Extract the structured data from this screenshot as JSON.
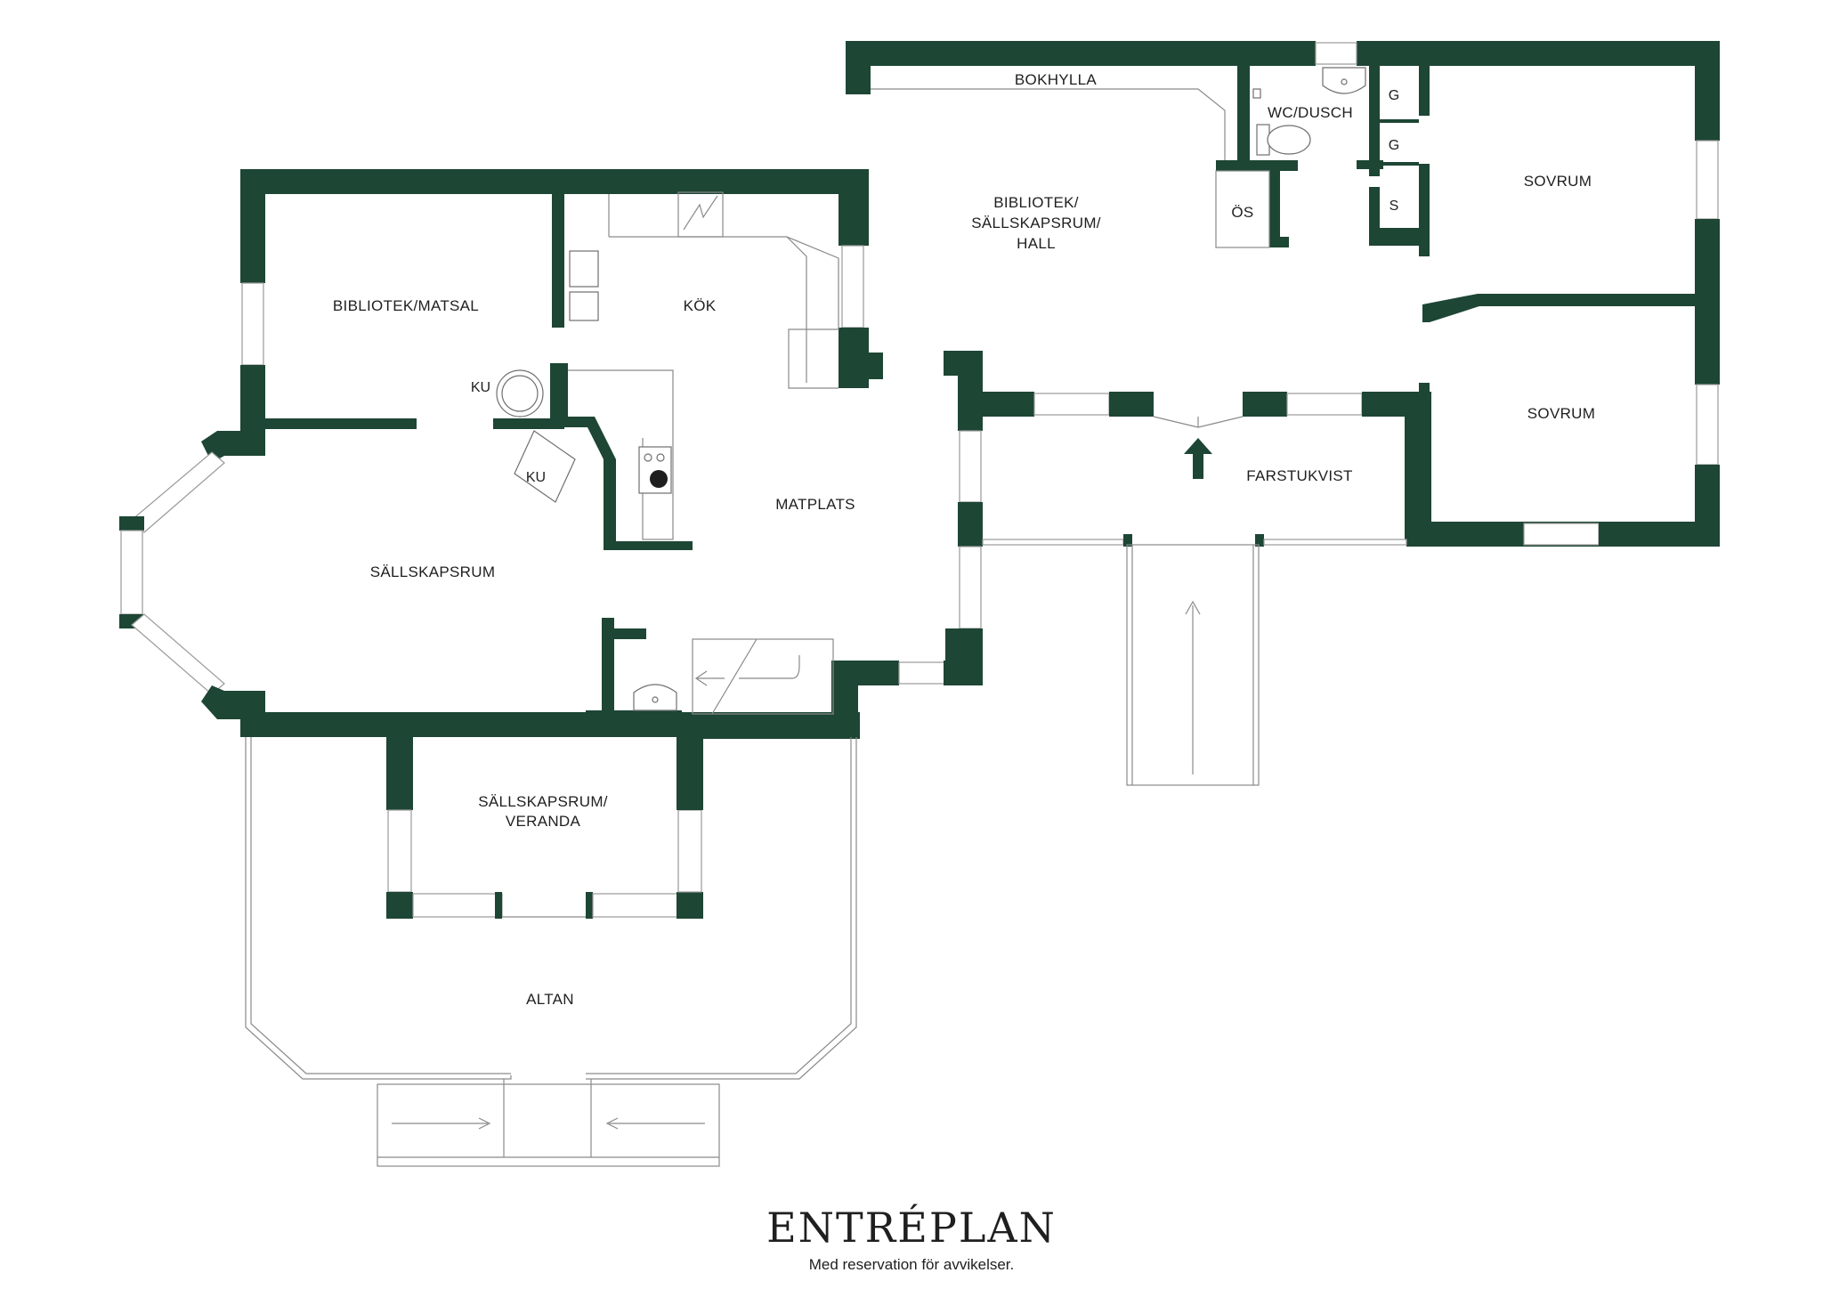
{
  "plan": {
    "title": "ENTRÉPLAN",
    "note": "Med reservation för avvikelser.",
    "wall_color": "#1d4634",
    "rooms": {
      "bokhylla": "BOKHYLLA",
      "wc_dusch": "WC/DUSCH",
      "g1": "G",
      "g2": "G",
      "s": "S",
      "sovrum1": "SOVRUM",
      "sovrum2": "SOVRUM",
      "bibliotek_hall_1": "BIBLIOTEK/",
      "bibliotek_hall_2": "SÄLLSKAPSRUM/",
      "bibliotek_hall_3": "HALL",
      "os": "ÖS",
      "bibliotek_matsal": "BIBLIOTEK/MATSAL",
      "kok": "KÖK",
      "ku1": "KU",
      "ku2": "KU",
      "matplats": "MATPLATS",
      "farstukvist": "FARSTUKVIST",
      "sallskapsrum": "SÄLLSKAPSRUM",
      "veranda_1": "SÄLLSKAPSRUM/",
      "veranda_2": "VERANDA",
      "altan": "ALTAN"
    }
  }
}
